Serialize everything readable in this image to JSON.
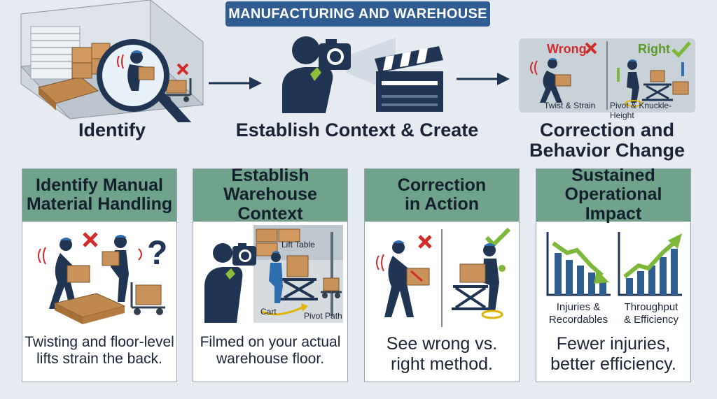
{
  "banner": "MANUFACTURING AND WAREHOUSE",
  "flow": {
    "identify": "Identify",
    "context": "Establish Context & Create",
    "correction_line1": "Correction and",
    "correction_line2": "Behavior Change",
    "wrong_label": "Wrong",
    "right_label": "Right",
    "wrong_caption": "Twist & Strain",
    "right_caption": "Pivot & Knuckle-Height"
  },
  "cards": [
    {
      "title1": "Identify Manual",
      "title2": "Material Handling",
      "cap1": "Twisting and floor-level",
      "cap2": "lifts strain the back."
    },
    {
      "title1": "Establish",
      "title2": "Warehouse Context",
      "cap1": "Filmed on your actual",
      "cap2": "warehouse floor.",
      "labels": {
        "lift_table": "Lift Table",
        "cart": "Cart",
        "pivot_path": "Pivot Path"
      }
    },
    {
      "title1": "Correction",
      "title2": "in Action",
      "cap1": "See wrong vs.",
      "cap2": "right method."
    },
    {
      "title1": "Sustained",
      "title2": "Operational Impact",
      "cap1": "Fewer injuries,",
      "cap2": "better efficiency.",
      "labels": {
        "injuries1": "Injuries &",
        "injuries2": "Recordables",
        "throughput1": "Throughput",
        "throughput2": "& Efficiency"
      }
    }
  ],
  "colors": {
    "navy": "#1f3553",
    "banner": "#2f5d92",
    "header_green": "#6fa38b",
    "red": "#d12b2b",
    "green": "#7cb83a",
    "box": "#c9925a"
  }
}
